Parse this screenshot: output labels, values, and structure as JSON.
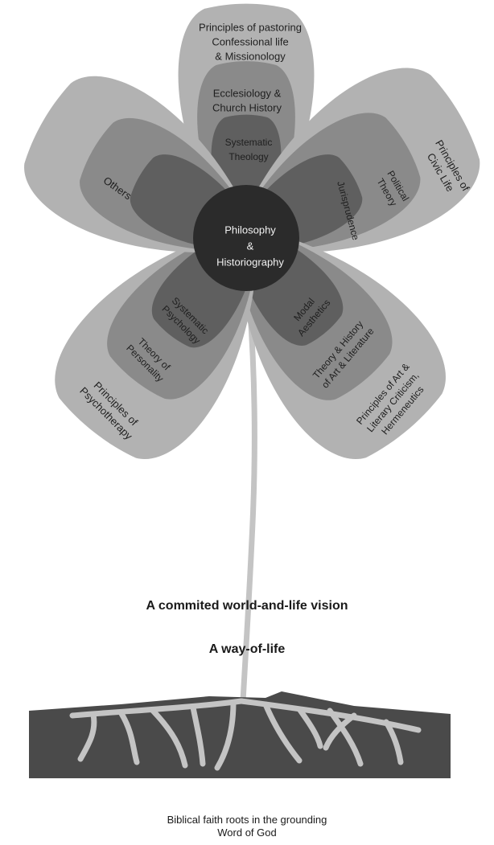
{
  "center": {
    "lines": [
      "Philosophy",
      "&",
      "Historiography"
    ]
  },
  "petals": {
    "top": {
      "outer": [
        "Principles of pastoring",
        "Confessional life",
        "& Missionology"
      ],
      "middle": [
        "Ecclesiology &",
        "Church History"
      ],
      "inner": [
        "Systematic",
        "Theology"
      ]
    },
    "right": {
      "outer": [
        "Principles of",
        "Civic Life"
      ],
      "middle": [
        "Political",
        "Theory"
      ],
      "inner": [
        "Jurisprudence"
      ]
    },
    "bottom_right": {
      "outer": [
        "Principles of Art &",
        "Literary Criticism,",
        "Hermeneutics"
      ],
      "middle": [
        "Theory & History",
        "of Art & Literature"
      ],
      "inner": [
        "Modal",
        "Aesthetics"
      ]
    },
    "bottom_left": {
      "outer": [
        "Principles of",
        "Psychotherapy"
      ],
      "middle": [
        "Theory of",
        "Personality"
      ],
      "inner": [
        "Systematic",
        "Psychology"
      ]
    },
    "left": {
      "middle": [
        "Others"
      ]
    }
  },
  "stem_text": {
    "vision": "A commited world-and-life vision",
    "way": "A way-of-life"
  },
  "roots_caption": {
    "line1": "Biblical faith roots in the grounding",
    "line2": "Word of God"
  },
  "colors": {
    "outer": "#b2b2b2",
    "middle": "#8a8a8a",
    "inner": "#5f5f5f",
    "center": "#2b2b2b",
    "stem": "#c4c4c4",
    "soil": "#4a4a4a"
  }
}
